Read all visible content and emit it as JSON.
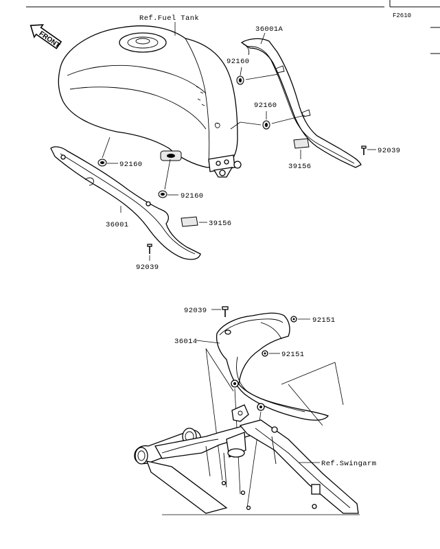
{
  "figure_code": "F2610",
  "front_marker": "FRONT",
  "references": {
    "fuel_tank": "Ref.Fuel Tank",
    "swingarm": "Ref.Swingarm"
  },
  "callouts": [
    {
      "id": "c-36001A",
      "text": "36001A"
    },
    {
      "id": "c-92160-a",
      "text": "92160"
    },
    {
      "id": "c-92160-b",
      "text": "92160"
    },
    {
      "id": "c-92160-c",
      "text": "92160"
    },
    {
      "id": "c-92160-d",
      "text": "92160"
    },
    {
      "id": "c-92039-a",
      "text": "92039"
    },
    {
      "id": "c-39156-a",
      "text": "39156"
    },
    {
      "id": "c-39156-b",
      "text": "39156"
    },
    {
      "id": "c-36001",
      "text": "36001"
    },
    {
      "id": "c-92039-b",
      "text": "92039"
    },
    {
      "id": "c-92039-c",
      "text": "92039"
    },
    {
      "id": "c-92151-a",
      "text": "92151"
    },
    {
      "id": "c-36014",
      "text": "36014"
    },
    {
      "id": "c-92151-b",
      "text": "92151"
    }
  ]
}
